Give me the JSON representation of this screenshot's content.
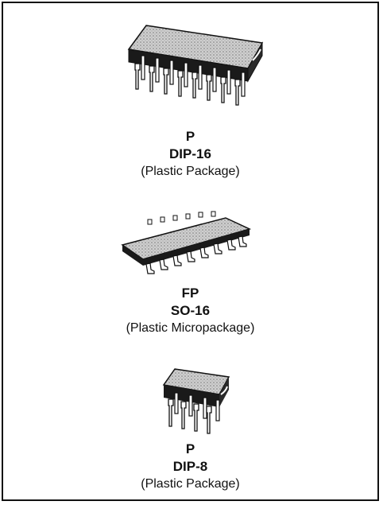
{
  "packages": [
    {
      "code": "P",
      "name": "DIP-16",
      "description": "(Plastic Package)"
    },
    {
      "code": "FP",
      "name": "SO-16",
      "description": "(Plastic Micropackage)"
    },
    {
      "code": "P",
      "name": "DIP-8",
      "description": "(Plastic Package)"
    }
  ],
  "icons": {
    "dip16": "dip-16-package-icon",
    "so16": "so-16-package-icon",
    "dip8": "dip-8-package-icon"
  }
}
